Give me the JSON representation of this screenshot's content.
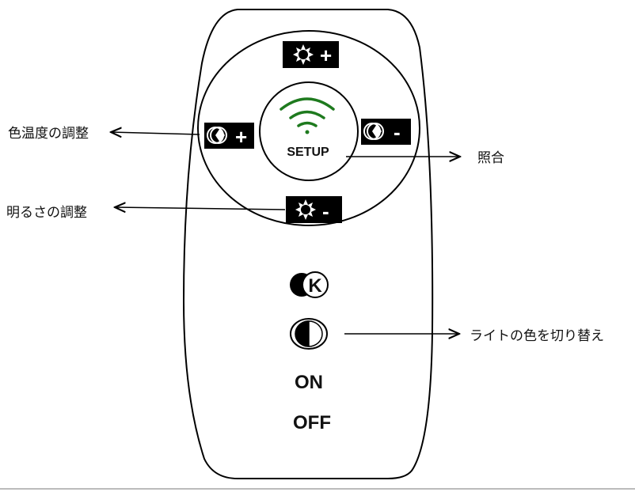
{
  "labels": {
    "color_temp": "色温度の調整",
    "brightness": "明るさの調整",
    "pairing": "照合",
    "switch_color": "ライトの色を切り替え"
  },
  "buttons": {
    "brightness_up": {
      "icon": "sun-icon",
      "sign": "+"
    },
    "brightness_down": {
      "icon": "sun-icon",
      "sign": "-"
    },
    "color_temp_up": {
      "icon": "color-temp-icon",
      "sign": "+"
    },
    "color_temp_down": {
      "icon": "color-temp-icon",
      "sign": "-"
    },
    "setup": {
      "icon": "wifi-icon",
      "label": "SETUP"
    },
    "kelvin": {
      "icon": "kelvin-icon",
      "label": "K"
    },
    "color_switch": {
      "icon": "half-circle-icon"
    },
    "on": "ON",
    "off": "OFF"
  },
  "colors": {
    "wifi": "#1e7a1e"
  }
}
